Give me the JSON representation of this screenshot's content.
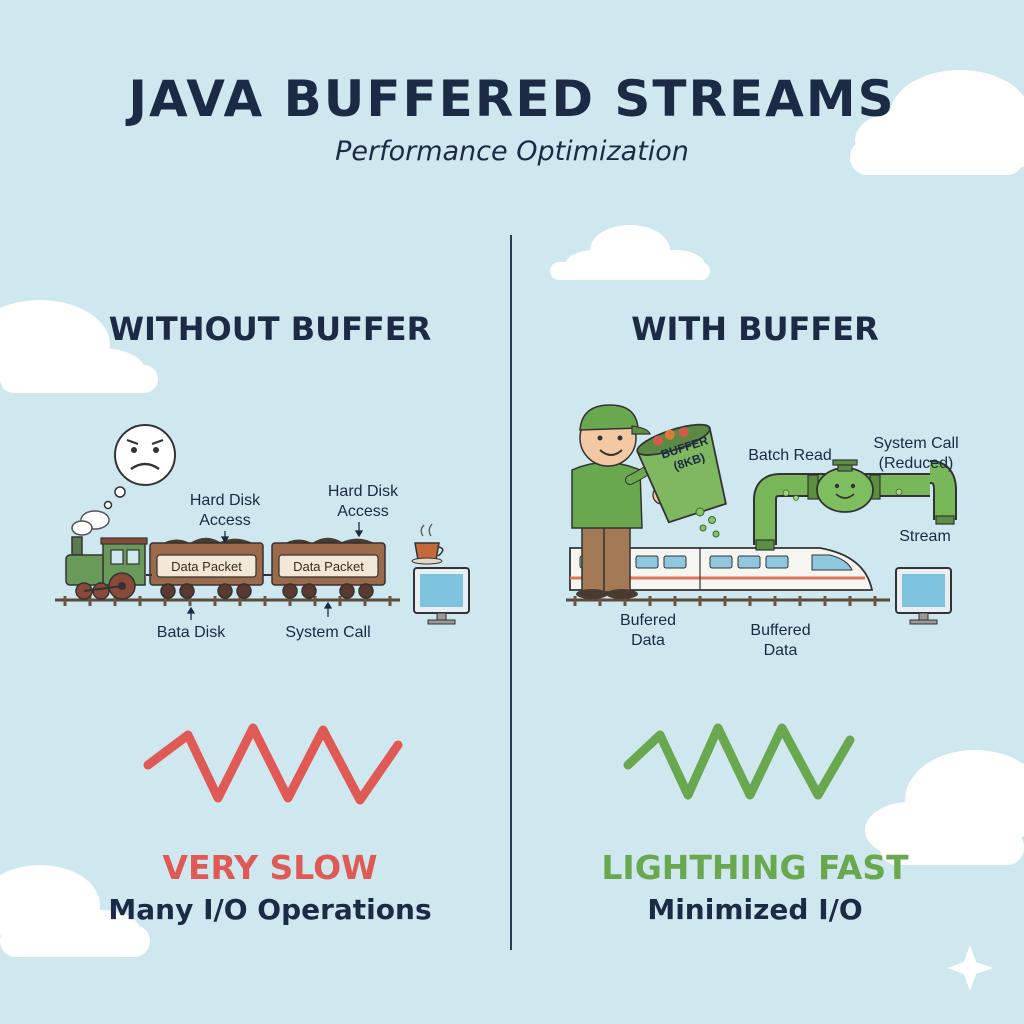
{
  "header": {
    "title": "JAVA BUFFERED STREAMS",
    "subtitle": "Performance Optimization"
  },
  "left": {
    "heading": "WITHOUT BUFFER",
    "labels": {
      "hard_disk_1": "Hard Disk Access",
      "hard_disk_2": "Hard Disk Access",
      "car_1": "Data Packet",
      "car_2": "Data Packet",
      "bata_disk": "Bata Disk",
      "system_call": "System Call"
    },
    "verdict": "VERY SLOW",
    "detail": "Many I/O Operations",
    "color": "#e05a55"
  },
  "right": {
    "heading": "WITH BUFFER",
    "labels": {
      "bucket": "BUFFER (8KB)",
      "batch_read": "Batch Read",
      "system_call": "System Call (Reduced)",
      "stream": "Stream",
      "bufered_data": "Bufered Data",
      "buffered_data": "Buffered Data"
    },
    "verdict": "LIGHTHING FAST",
    "detail": "Minimized I/O",
    "color": "#6aa84f"
  },
  "icons": [
    "sad-face-icon",
    "coffee-cup-icon",
    "computer-monitor-icon",
    "steam-train-icon",
    "bullet-train-icon",
    "worker-icon",
    "buffer-bucket-icon",
    "pipe-icon",
    "sparkle-icon"
  ]
}
